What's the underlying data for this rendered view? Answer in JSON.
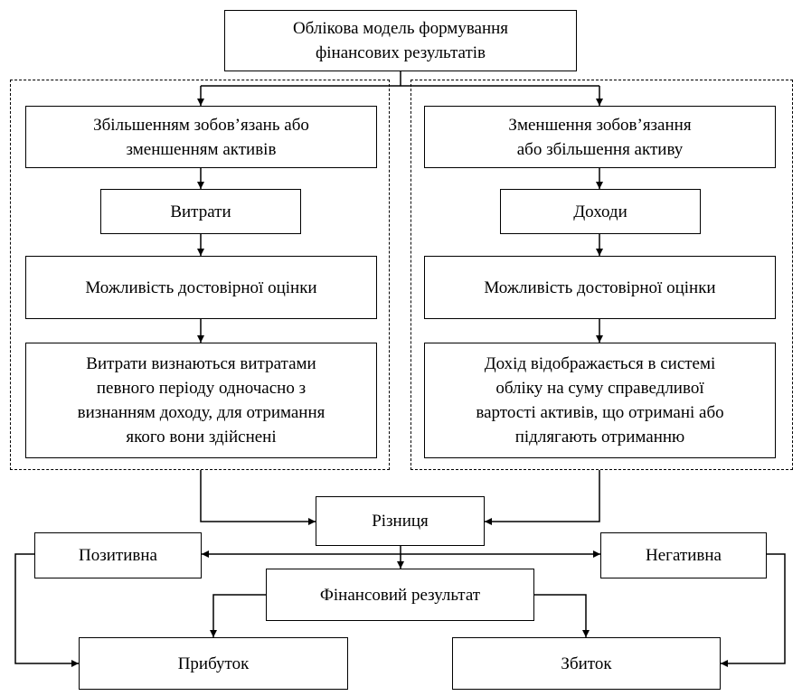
{
  "diagram": {
    "title": "Облікова модель формування\nфінансових результатів",
    "expenses_branch": {
      "trigger": "Збільшенням зобов’язань або\nзменшенням активів",
      "category": "Витрати",
      "measurement": "Можливість достовірної оцінки",
      "recognition": "Витрати визнаються витратами\nпевного періоду одночасно з\nвизнанням доходу, для отримання\nякого вони здійснені"
    },
    "income_branch": {
      "trigger": "Зменшення зобов’язання\nабо збільшення активу",
      "category": "Доходи",
      "measurement": "Можливість достовірної оцінки",
      "recognition": "Дохід відображається в системі\nобліку на суму справедливої\nвартості активів, що отримані або\nпідлягають отриманню"
    },
    "difference": "Різниця",
    "positive": "Позитивна",
    "negative": "Негативна",
    "financial_result": "Фінансовий результат",
    "profit": "Прибуток",
    "loss": "Збиток"
  }
}
